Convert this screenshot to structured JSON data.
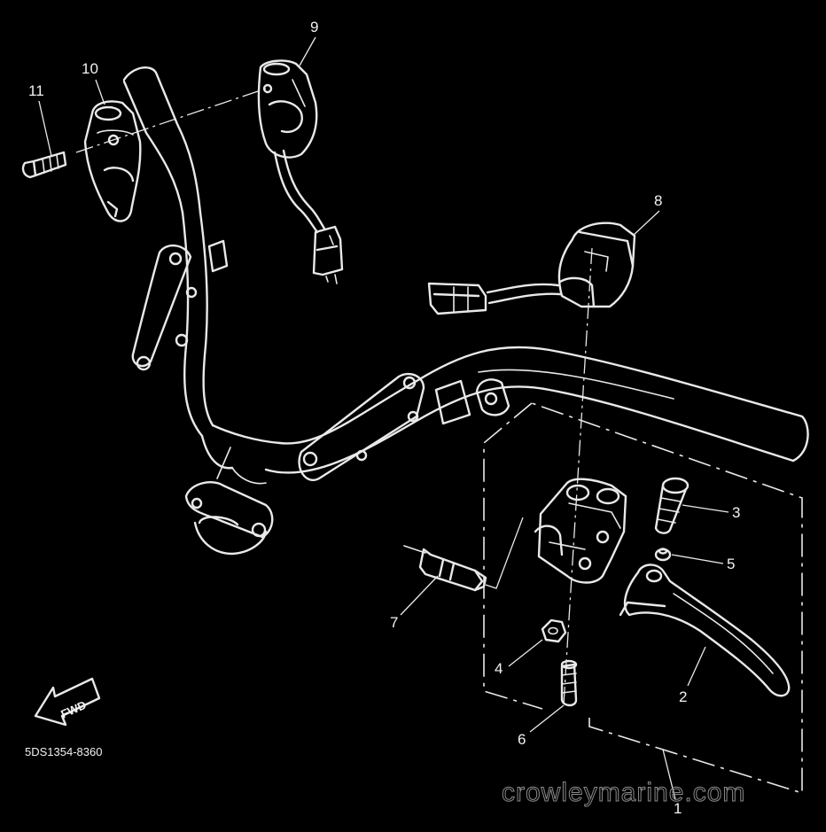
{
  "callouts": {
    "c1": "1",
    "c2": "2",
    "c3": "3",
    "c4": "4",
    "c5": "5",
    "c6": "6",
    "c7": "7",
    "c8": "8",
    "c9": "9",
    "c10": "10",
    "c11": "11"
  },
  "fwd_label": "FWD",
  "part_code": "5DS1354-8360",
  "watermark": "crowleymarine.com",
  "colors": {
    "background": "#000000",
    "linework": "#e9e9e9"
  }
}
